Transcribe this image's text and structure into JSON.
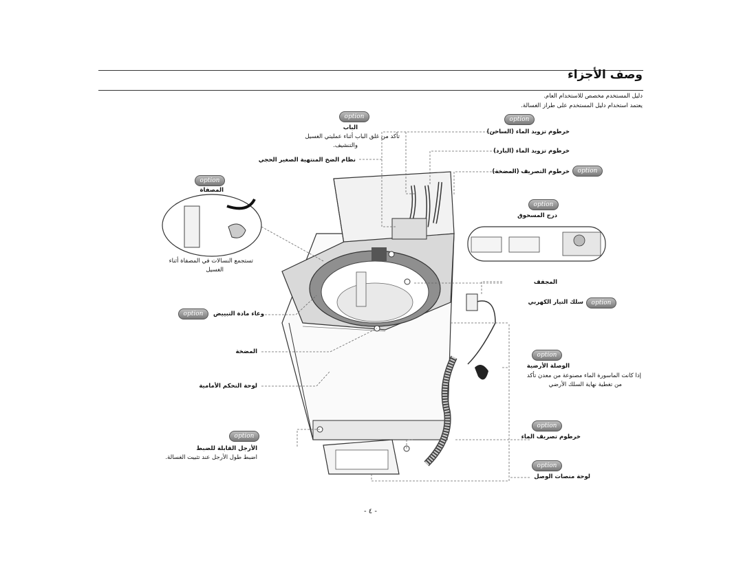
{
  "header": {
    "title": "وصف الأجزاء"
  },
  "intro": {
    "line1": "دليل المستخدم مخصص للاستخدام العام.",
    "line2": "يعتمد استخدام دليل المستخدم على طراز الغسالة."
  },
  "badge_text": "option",
  "labels": {
    "door_title": "الباب",
    "door_line1": "تأكد من غلق الباب أثناء عمليتي الغسيل",
    "door_line2": "والتنشيف.",
    "detergent_system": "نظام الضخ المنتهية الصغير الحجي",
    "filter_title": "المصفاة",
    "filter_desc1": "تستجمع النسالات في المصفاة أثناء",
    "filter_desc2": "الغسيل",
    "balancer": "وعاء مادة التبييض",
    "pulsator": "المضخة",
    "control_panel": "لوحة التحكم الأمامية",
    "leveling_legs": "الأرجل القابلة للضبط",
    "leveling_desc": "اضبط طول الأرجل عند تثبيت الغسالة.",
    "hot_hose": "خرطوم تزويد الماء (الساخن)",
    "cold_hose": "خرطوم تزويد الماء (البارد)",
    "drain_pump_hose": "خرطوم التصريف (المضخة)",
    "dispenser": "درج المسحوق",
    "drum": "المجفف",
    "power_cord": "سلك التيار الكهربي",
    "ground_title": "الوصلة الأرضية",
    "ground_desc1": "إذا كانت الماسورة الماء مصنوعة من معدن تأكد",
    "ground_desc2": "من تغطية نهاية السلك الأرضي",
    "drain_hose": "خرطوم تصريف الماء",
    "bottom_panel": "لوحة منصات الوصل"
  },
  "page_number": "- ٤ -"
}
